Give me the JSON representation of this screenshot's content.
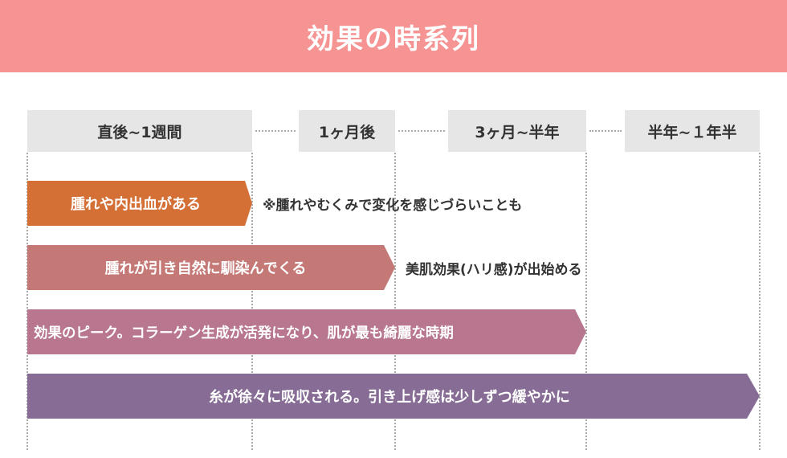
{
  "title": "効果の時系列",
  "phases": [
    "直後~1週間",
    "1ヶ月後",
    "3ヶ月~半年",
    "半年~１年半"
  ],
  "bars": [
    {
      "label": "腫れや内出血がある",
      "color": "#d46f35"
    },
    {
      "label": "腫れが引き自然に馴染んでくる",
      "color": "#c47977"
    },
    {
      "label": "効果のピーク。コラーゲン生成が活発になり、肌が最も綺麗な時期",
      "color": "#b8768f"
    },
    {
      "label": "糸が徐々に吸収される。引き上げ感は少しずつ緩やかに",
      "color": "#876d95"
    }
  ],
  "notes": [
    "※腫れやむくみで変化を感じづらいことも",
    "美肌効果(ハリ感)が出始める"
  ]
}
